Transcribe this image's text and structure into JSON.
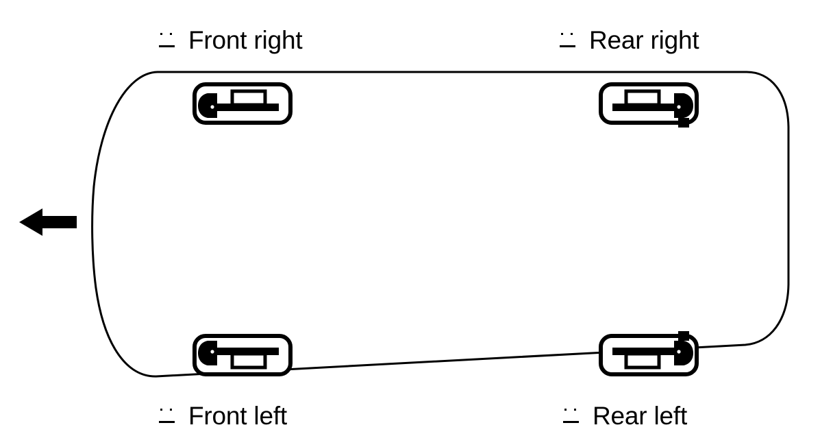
{
  "diagram": {
    "type": "vehicle-sensor-position-top-view",
    "background_color": "#ffffff",
    "line_color": "#000000",
    "vehicle": {
      "name": "vehicle-body-outline",
      "view": "top-down",
      "stroke_width": 3
    },
    "direction_arrow": {
      "name": "direction-of-travel-arrow",
      "points": "left",
      "fill": "#000000"
    },
    "labels": [
      {
        "id": "front-right",
        "text": "Front right",
        "marker": "dotted-line-marker"
      },
      {
        "id": "rear-right",
        "text": "Rear right",
        "marker": "dotted-line-marker"
      },
      {
        "id": "front-left",
        "text": "Front left",
        "marker": "dotted-line-marker"
      },
      {
        "id": "rear-left",
        "text": "Rear left",
        "marker": "dotted-line-marker"
      }
    ],
    "sensors": [
      {
        "id": "front-right",
        "position": "top-left",
        "orientation": "connector-left-body-up",
        "icon": "wheel-sensor-icon"
      },
      {
        "id": "rear-right",
        "position": "top-right",
        "orientation": "connector-right-body-up",
        "icon": "wheel-sensor-icon"
      },
      {
        "id": "front-left",
        "position": "bottom-left",
        "orientation": "connector-left-body-down",
        "icon": "wheel-sensor-icon"
      },
      {
        "id": "rear-left",
        "position": "bottom-right",
        "orientation": "connector-right-body-down",
        "icon": "wheel-sensor-icon"
      }
    ]
  }
}
